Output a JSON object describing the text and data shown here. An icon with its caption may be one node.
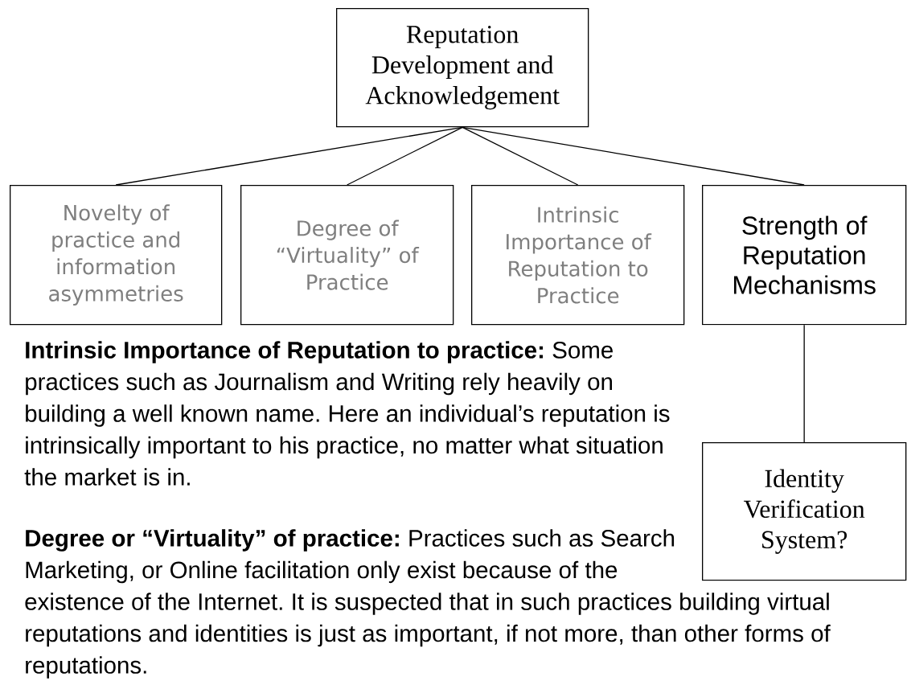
{
  "diagram": {
    "nodes": [
      {
        "text": [
          "Reputation Development and Acknowledgement"
        ]
      },
      {
        "text": [
          "Novelty of practice and information asymmetries"
        ]
      },
      {
        "text": [
          "Degree of “Virtuality” of Practice"
        ]
      },
      {
        "text": [
          "Intrinsic Importance of Reputation to Practice"
        ]
      },
      {
        "text": [
          "Strength of Reputation Mechanisms"
        ]
      },
      {
        "text": [
          "Identity Verification System?"
        ]
      }
    ],
    "edges": [
      {
        "from": 0,
        "to": 1,
        "arrow": "none"
      },
      {
        "from": 0,
        "to": 2,
        "arrow": "none"
      },
      {
        "from": 0,
        "to": 3,
        "arrow": "none"
      },
      {
        "from": 0,
        "to": 4,
        "arrow": "none"
      },
      {
        "from": 4,
        "to": 5,
        "arrow": "none"
      }
    ],
    "labels": [
      "**Intrinsic Importance of Reputation to practice:** Some practices such as Journalism and Writing rely heavily on building a well known name. Here an individual’s reputation is intrinsically important to his practice, no matter what situation the market is in.",
      "**Degree or “Virtuality” of practice:** Practices such as Search Marketing, or Online facilitation only exist because of the existence of the Internet. It is suspected that in such practices building virtual reputations and identities is just as important, if not more, than other forms of reputations."
    ]
  }
}
